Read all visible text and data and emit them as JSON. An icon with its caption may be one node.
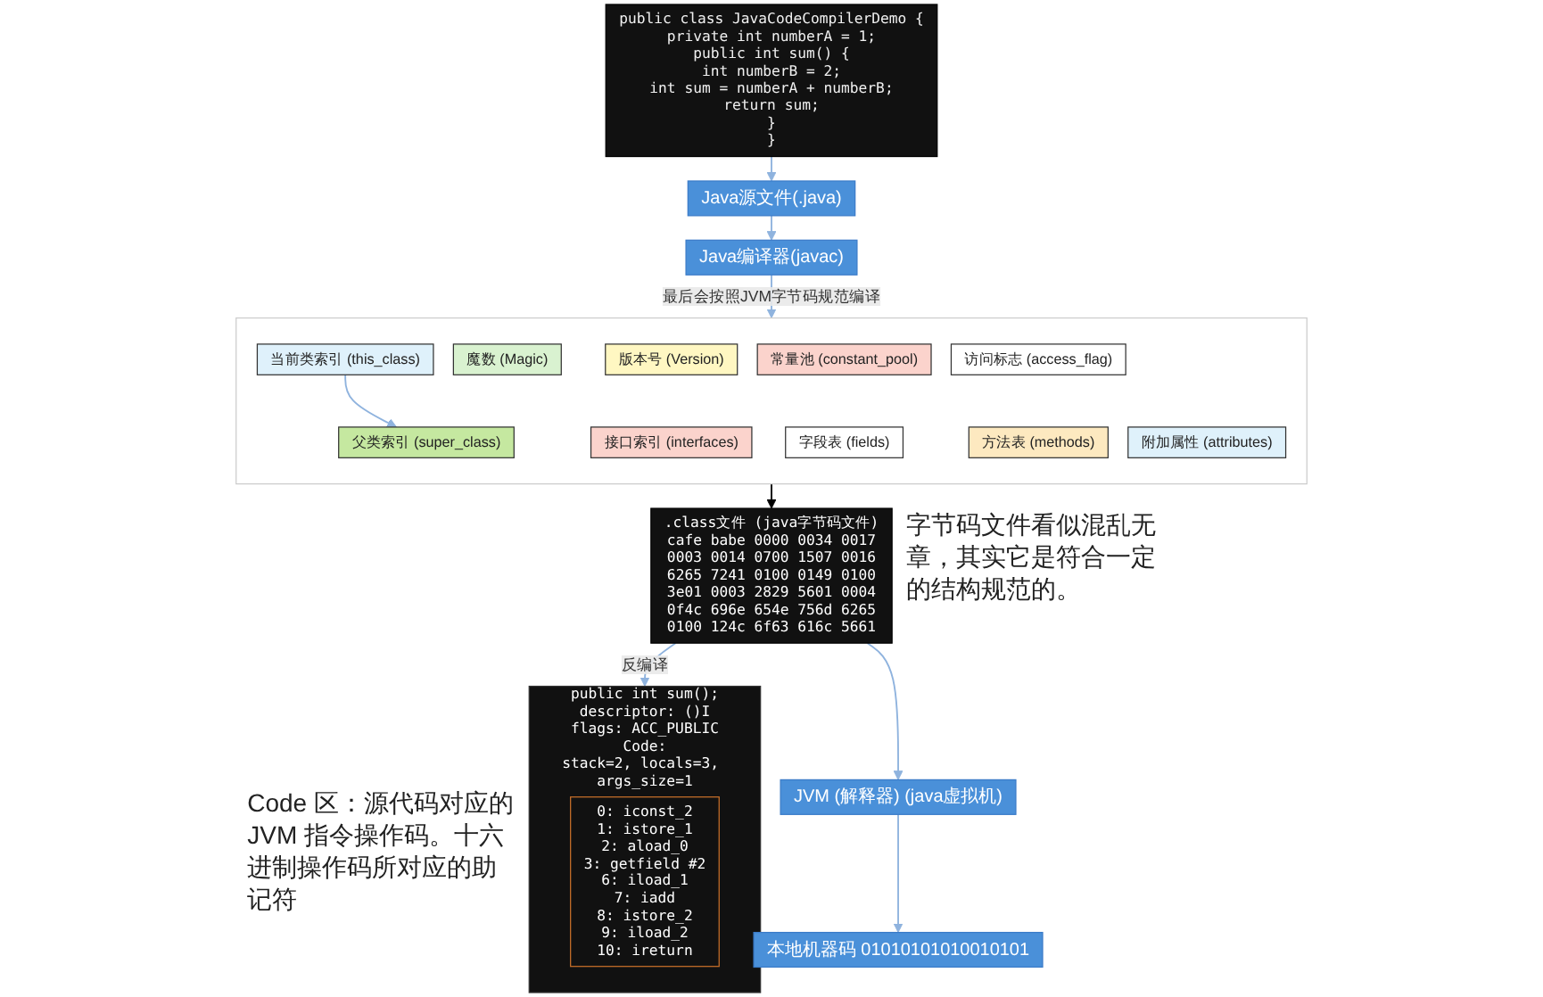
{
  "diagram": {
    "nodes": [
      {
        "text": [
          "Java源文件(.java)"
        ]
      },
      {
        "text": [
          "Java编译器(javac)"
        ]
      },
      {
        "text": [
          "JVM (解释器) (java虚拟机)"
        ]
      },
      {
        "text": [
          "本地机器码 01010101010010101"
        ]
      },
      {
        "text": [
          "public class JavaCodeCompilerDemo {",
          "private int numberA = 1;",
          "public int sum() {",
          "int numberB = 2;",
          "int sum = numberA + numberB;",
          "return sum;",
          "}",
          "}"
        ]
      },
      {
        "text": [],
        "shape": "box"
      },
      {
        "text": [
          "魔数 (Magic)"
        ],
        "in": 5
      },
      {
        "text": [
          "版本号 (Version)"
        ],
        "in": 5
      },
      {
        "text": [
          "常量池 (constant_pool)"
        ],
        "in": 5
      },
      {
        "text": [
          "访问标志 (access_flag)"
        ],
        "in": 5
      },
      {
        "text": [
          "当前类索引 (this_class)"
        ],
        "in": 5
      },
      {
        "text": [
          "父类索引 (super_class)"
        ],
        "in": 5
      },
      {
        "text": [
          "接口索引 (interfaces)"
        ],
        "in": 5
      },
      {
        "text": [
          "字段表 (fields)"
        ],
        "in": 5
      },
      {
        "text": [
          "方法表 (methods)"
        ],
        "in": 5
      },
      {
        "text": [
          "附加属性 (attributes)"
        ],
        "in": 5
      },
      {
        "text": [
          ".class文件 (java字节码文件)",
          "cafe babe 0000 0034 0017",
          "0003 0014 0700 1507 0016",
          "6265 7241 0100 0149 0100",
          "3e01 0003 2829 5601 0004",
          "0f4c 696e 654e 756d 6265",
          "0100 124c 6f63 616c 5661"
        ],
        "beside": [
          "字节码文件看似混乱无章，其实它是符合一定的结构规范的。"
        ]
      },
      {
        "text": [
          "public int sum();",
          "descriptor: ()I",
          "flags: ACC_PUBLIC",
          "Code:",
          "stack=2, locals=3, args_size=1"
        ]
      },
      {
        "text": [
          "0: iconst_2",
          "1: istore_1",
          "2: aload_0",
          "3: getfield #2",
          "6: iload_1",
          "7: iadd",
          "8: istore_2",
          "9: iload_2",
          "10: ireturn"
        ],
        "in": 17
      }
    ],
    "edges": [
      {
        "from": 4,
        "to": 0,
        "arrow": "to"
      },
      {
        "from": 0,
        "to": 1,
        "arrow": "to"
      },
      {
        "from": 1,
        "to": 5,
        "arrow": "to",
        "label": "最后会按照JVM字节码规范编译"
      },
      {
        "from": 10,
        "to": 11,
        "arrow": "to"
      },
      {
        "from": 5,
        "to": 16,
        "arrow": "to",
        "color": "#000000"
      },
      {
        "from": 16,
        "to": 2,
        "arrow": "to"
      },
      {
        "from": 2,
        "to": 3,
        "arrow": "to"
      },
      {
        "from": 16,
        "to": 17,
        "arrow": "to",
        "label": "反编译"
      }
    ],
    "labels": [
      "Code 区：源代码对应的JVM 指令操作码。十六进制操作码所对应的助记符"
    ]
  }
}
